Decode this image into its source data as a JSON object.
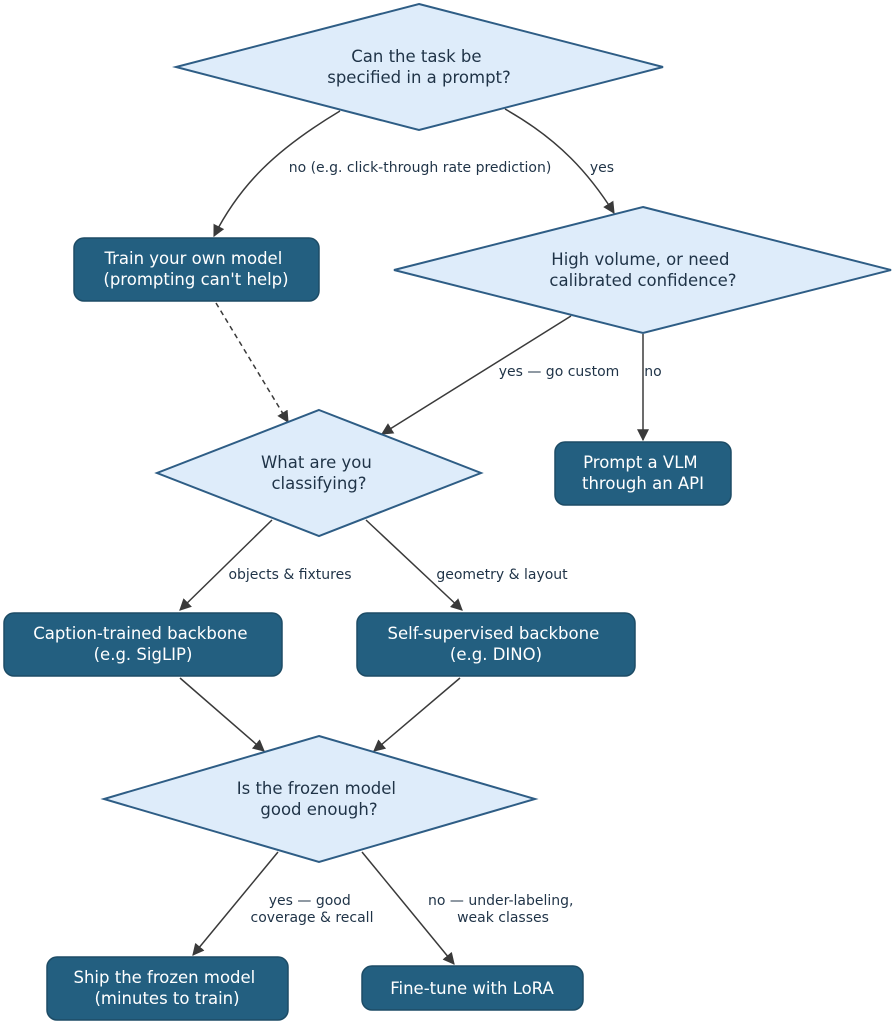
{
  "nodes": {
    "q_prompt": [
      "Can the task be",
      "specified in a prompt?"
    ],
    "train_own": [
      "Train your own model",
      "(prompting can't help)"
    ],
    "q_volume": [
      "High volume, or need",
      "calibrated confidence?"
    ],
    "q_classify": [
      "What are you",
      "classifying?"
    ],
    "prompt_vlm": [
      "Prompt a VLM",
      "through an API"
    ],
    "caption_backbone": [
      "Caption-trained backbone",
      "(e.g. SigLIP)"
    ],
    "selfsup_backbone": [
      "Self-supervised backbone",
      "(e.g. DINO)"
    ],
    "q_frozen": [
      "Is the frozen model",
      "good enough?"
    ],
    "ship_frozen": [
      "Ship the frozen model",
      "(minutes to train)"
    ],
    "finetune_lora": [
      "Fine-tune with LoRA"
    ]
  },
  "edges": {
    "prompt_no": [
      "no (e.g. click-through rate prediction)"
    ],
    "prompt_yes": [
      "yes"
    ],
    "volume_yes": [
      "yes — go custom"
    ],
    "volume_no": [
      "no"
    ],
    "classify_objects": [
      "objects & fixtures"
    ],
    "classify_geometry": [
      "geometry & layout"
    ],
    "frozen_yes": [
      "yes — good",
      "coverage & recall"
    ],
    "frozen_no": [
      "no — under-labeling,",
      "weak classes"
    ]
  }
}
